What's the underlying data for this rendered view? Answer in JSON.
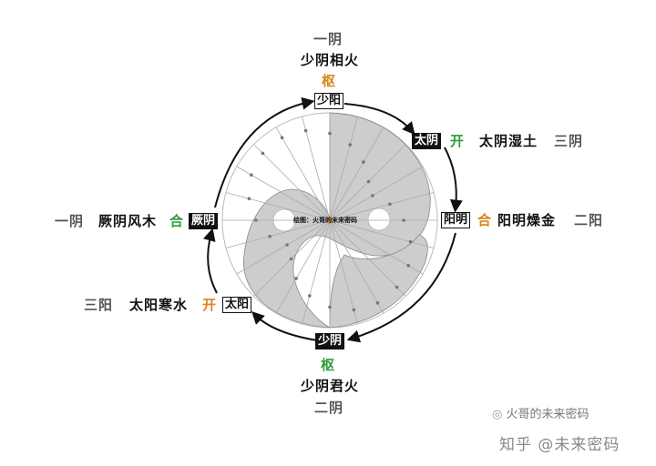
{
  "top": {
    "yin_yang": "一阴",
    "name": "少阴相火",
    "pivot": "枢",
    "box": "少阳"
  },
  "right_top": {
    "box": "太阴",
    "pivot": "开",
    "name": "太阴湿土",
    "yin_yang": "三阴"
  },
  "right": {
    "box": "阳明",
    "pivot": "合",
    "name": "阳明燥金",
    "yin_yang": "二阳"
  },
  "left": {
    "yin_yang": "一阴",
    "name": "厥阴风木",
    "pivot": "合",
    "box": "厥阴"
  },
  "left_bottom": {
    "yin_yang": "三阳",
    "name": "太阳寒水",
    "pivot": "开",
    "box": "太阳"
  },
  "bottom": {
    "box": "少阴",
    "pivot": "枢",
    "name": "少阴君火",
    "yin_yang": "二阴"
  },
  "center_note": "绘图：火哥的未来密码",
  "watermark_wechat": "火哥的未来密码",
  "watermark_zhihu": "知乎 @未来密码",
  "colors": {
    "orange": "#d9861a",
    "green": "#2f9a3a",
    "fill": "#cfcfcf"
  }
}
